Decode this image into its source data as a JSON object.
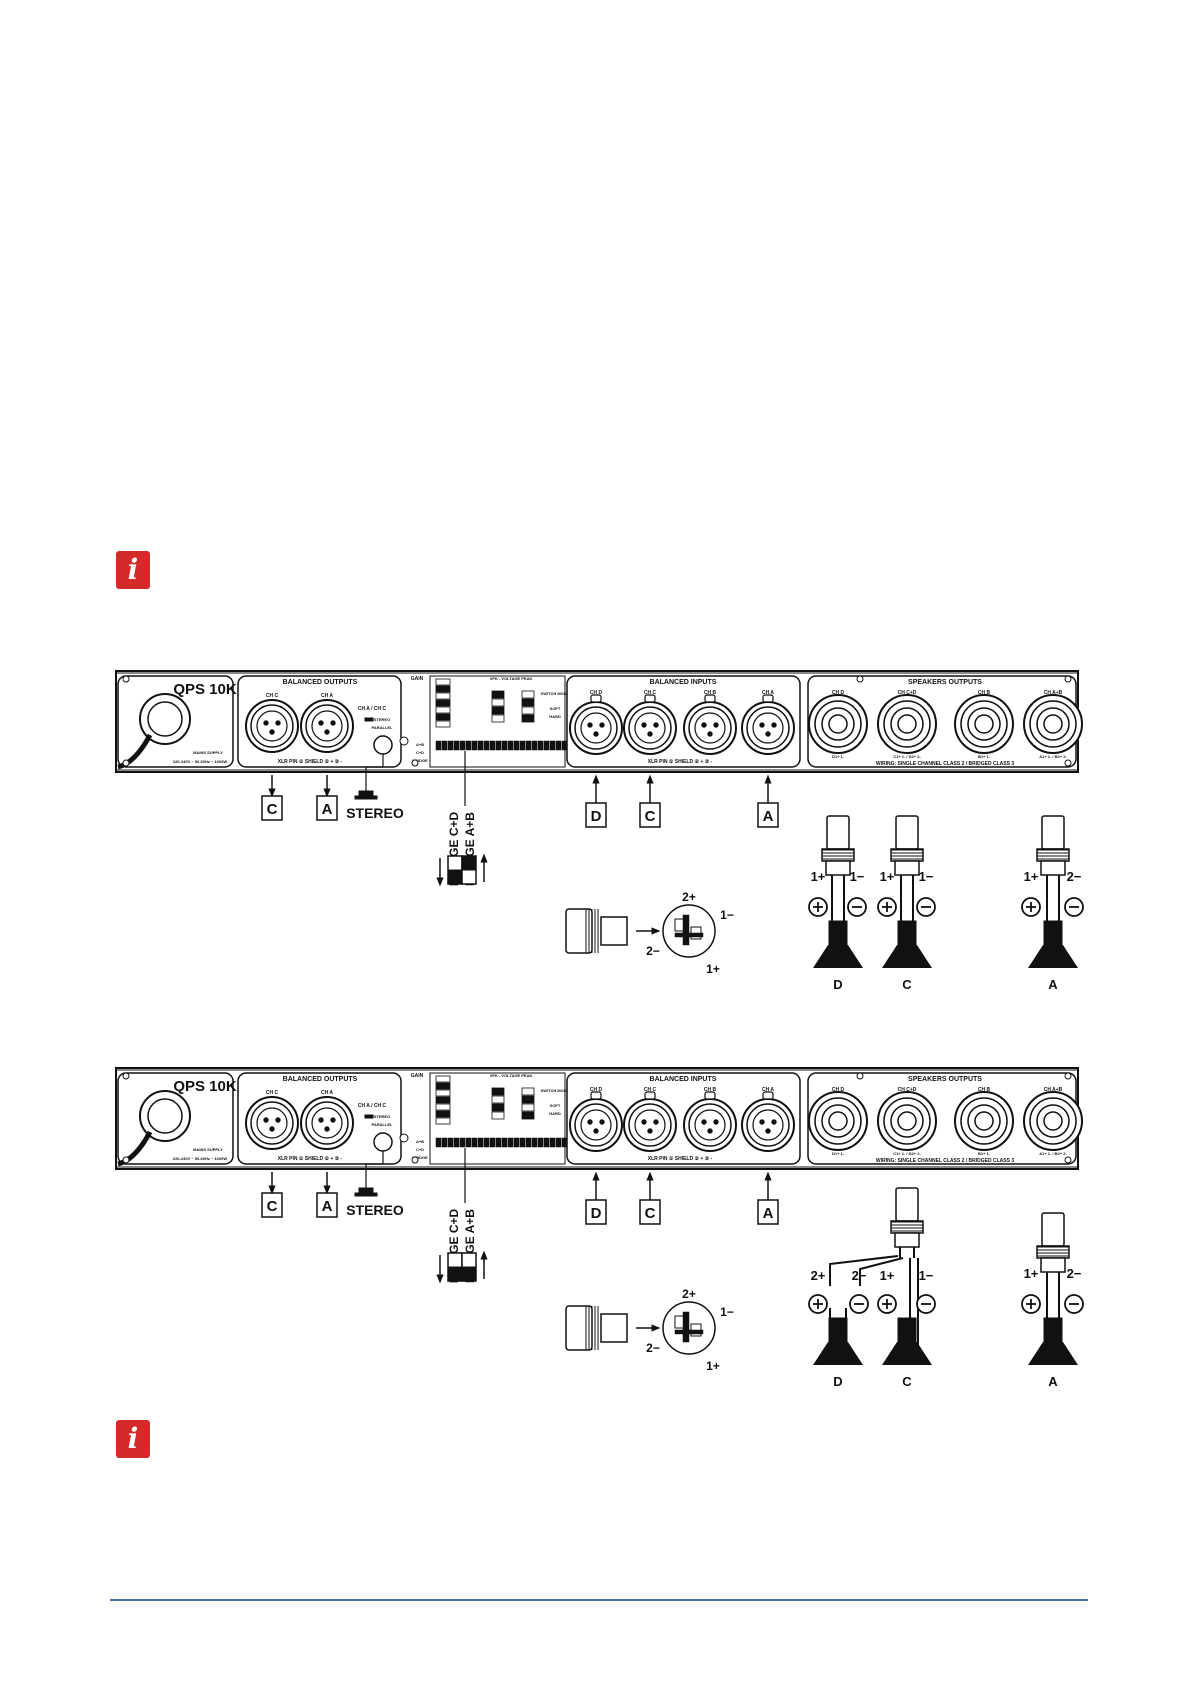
{
  "colors": {
    "info_icon": "#d42a2a",
    "footer_rule": "#4a6fa0",
    "line": "#111111"
  },
  "icons": [
    "info-icon",
    "xlr-connector-icon",
    "speakon-connector-icon",
    "speaker-icon",
    "power-cable-icon"
  ],
  "panel": {
    "model": "QPS 10K",
    "balanced_outputs": "BALANCED OUTPUTS",
    "balanced_inputs": "BALANCED INPUTS",
    "speakers_outputs": "SPEAKERS OUTPUTS",
    "out_ch_c": "CH C",
    "out_ch_a": "CH A",
    "in_ch_d": "CH D",
    "in_ch_c": "CH C",
    "in_ch_b": "CH B",
    "in_ch_a": "CH A",
    "sp_ch_d": "CH D",
    "sp_ch_cd": "CH C+D",
    "sp_ch_b": "CH B",
    "sp_ch_ab": "CH A+B",
    "mains": "MAINS SUPPLY",
    "mains_spec_1": "220-240V ~ 50-60Hz ~ 1600W",
    "mains_spec_2": "220-240V ~ 50-60Hz ~ 1600W",
    "xlr_pin": "XLR PIN ① SHIELD ② + ③ -",
    "cha_chc": "CH A / CH C",
    "stereo_small": "STEREO",
    "parallel": "PARALLEL",
    "gain": "GAIN",
    "vpk": "VPK - VOLTAGE PEAK",
    "switch_mode": "SWITCH MODE",
    "soft": "SOFT",
    "hard": "HARD",
    "a_b": "A+B",
    "c_d": "C+D",
    "bridge": "BRIDGE",
    "sp_d_label_1": "D1+ 1-",
    "sp_cd_label_1": "C1+ 1- / D2+ 2-",
    "sp_b_label_1": "B1+ 1-",
    "sp_ab_label_1": "A1+ 1- / B2+ 2-",
    "wiring": "WIRING: SINGLE CHANNEL CLASS 2 / BRIDGED CLASS 3"
  },
  "labels": {
    "c": "C",
    "a": "A",
    "d": "D",
    "stereo": "STEREO",
    "bridge_cd": "BRIDGE C+D",
    "bridge_ab": "BRIDGE A+B"
  },
  "pins": {
    "p1plus": "1+",
    "p1minus": "1−",
    "p2plus": "2+",
    "p2minus": "2−"
  }
}
